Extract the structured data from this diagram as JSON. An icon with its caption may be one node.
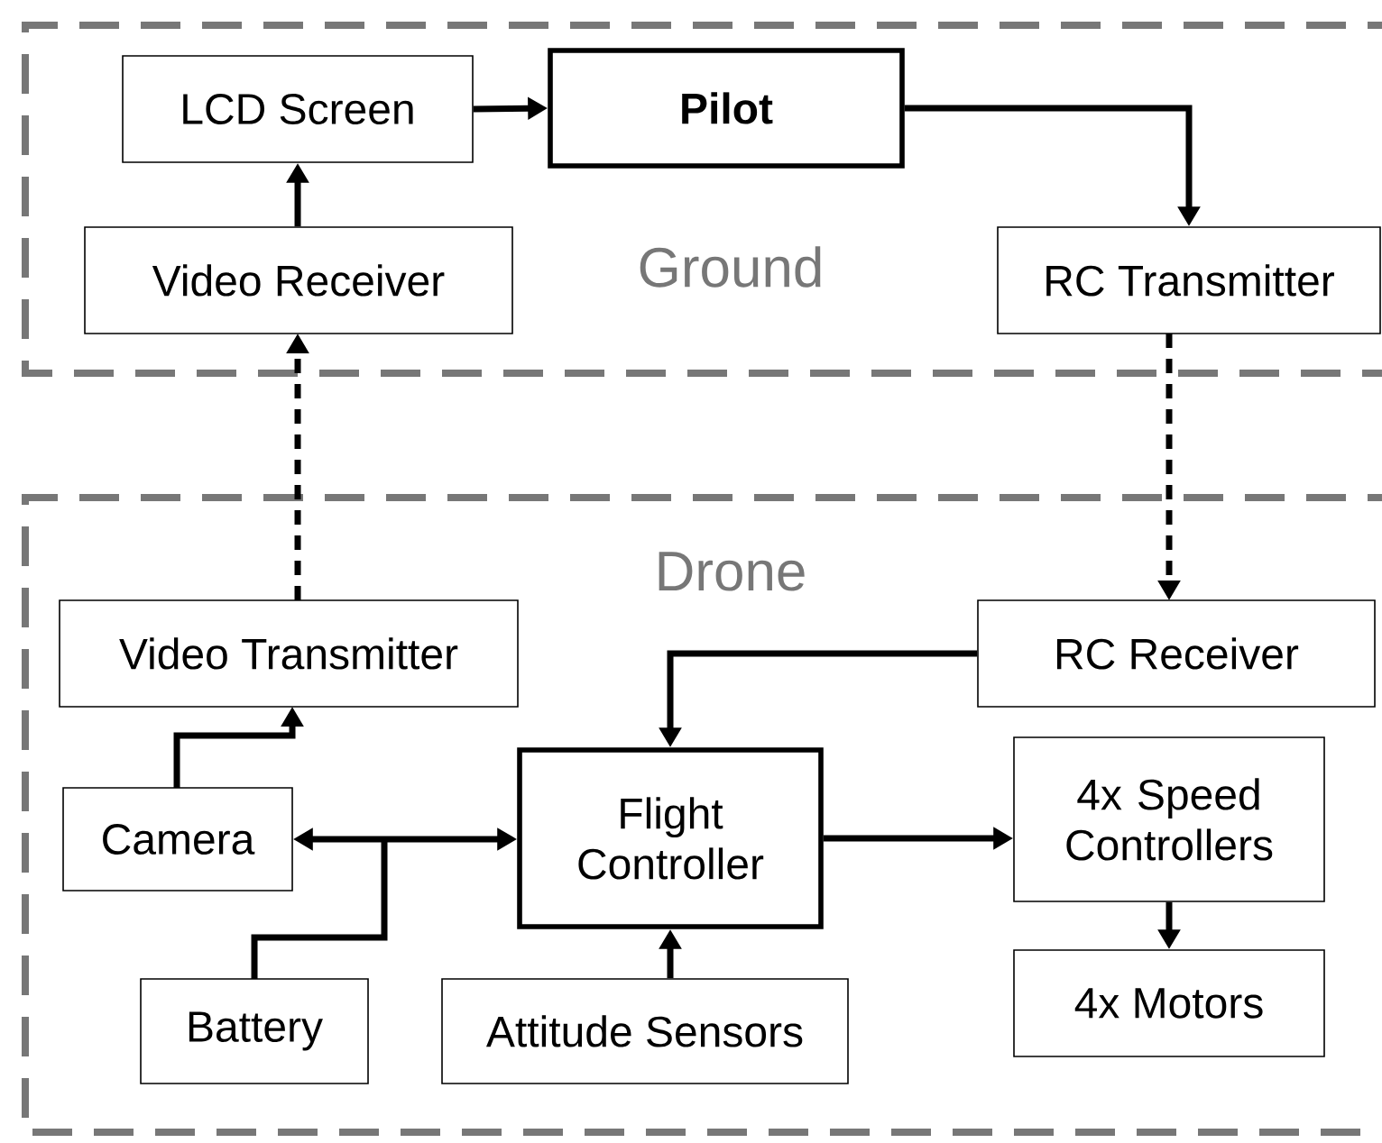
{
  "diagram": {
    "nodes": [
      {
        "text": [
          "Ground"
        ]
      },
      {
        "text": [
          "LCD Screen"
        ],
        "in": 0
      },
      {
        "text": [
          "Pilot"
        ],
        "in": 0
      },
      {
        "text": [
          "Video Receiver"
        ],
        "in": 0
      },
      {
        "text": [
          "RC Transmitter"
        ],
        "in": 0
      },
      {
        "text": [
          "Drone"
        ]
      },
      {
        "text": [
          "Video Transmitter"
        ],
        "in": 5
      },
      {
        "text": [
          "RC Receiver"
        ],
        "in": 5
      },
      {
        "text": [
          "Camera"
        ],
        "in": 5
      },
      {
        "text": [
          "Flight Controller"
        ],
        "in": 5
      },
      {
        "text": [
          "4x Speed Controllers"
        ],
        "in": 5
      },
      {
        "text": [
          "Battery"
        ],
        "in": 5
      },
      {
        "text": [
          "Attitude Sensors"
        ],
        "in": 5
      },
      {
        "text": [
          "4x Motors"
        ],
        "in": 5
      }
    ],
    "edges": [
      {
        "from": 3,
        "to": 1,
        "arrow": "to"
      },
      {
        "from": 1,
        "to": 2,
        "arrow": "to"
      },
      {
        "from": 2,
        "to": 4,
        "arrow": "to"
      },
      {
        "from": 4,
        "to": 7,
        "arrow": "to",
        "style": "dashed"
      },
      {
        "from": 6,
        "to": 3,
        "arrow": "to",
        "style": "dashed"
      },
      {
        "from": 7,
        "to": 9,
        "arrow": "to"
      },
      {
        "from": 8,
        "to": 6,
        "arrow": "to"
      },
      {
        "from": 8,
        "to": 9,
        "arrow": "both"
      },
      {
        "from": 11,
        "to": 8,
        "arrow": "to"
      },
      {
        "from": 11,
        "to": 9,
        "arrow": "to"
      },
      {
        "from": 9,
        "to": 10,
        "arrow": "to"
      },
      {
        "from": 10,
        "to": 13,
        "arrow": "to"
      },
      {
        "from": 12,
        "to": 9,
        "arrow": "to"
      }
    ]
  }
}
